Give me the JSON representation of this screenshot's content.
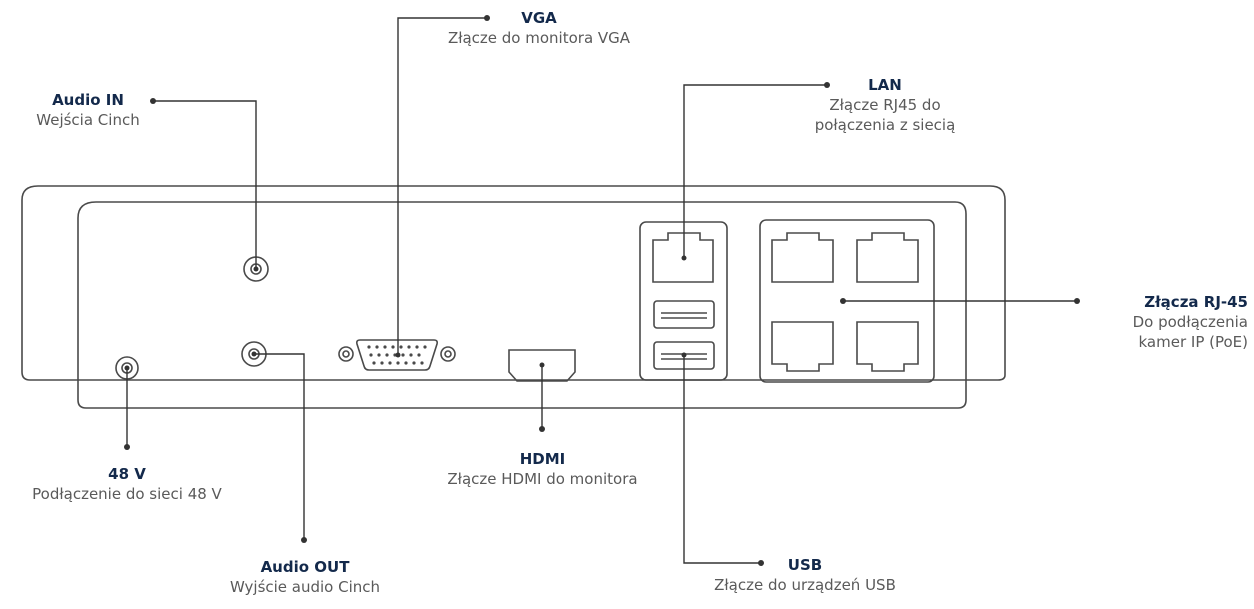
{
  "callouts": {
    "vga": {
      "title": "VGA",
      "desc": "Złącze do monitora VGA"
    },
    "audio_in": {
      "title": "Audio IN",
      "desc": "Wejścia Cinch"
    },
    "lan": {
      "title": "LAN",
      "desc_1": "Złącze RJ45 do",
      "desc_2": "połączenia z siecią"
    },
    "rj45": {
      "title": "Złącza RJ-45",
      "desc_1": "Do podłączenia",
      "desc_2": "kamer IP (PoE)"
    },
    "power": {
      "title": "48 V",
      "desc": "Podłączenie do sieci 48 V"
    },
    "hdmi": {
      "title": "HDMI",
      "desc": "Złącze HDMI do monitora"
    },
    "audio_out": {
      "title": "Audio OUT",
      "desc": "Wyjście audio Cinch"
    },
    "usb": {
      "title": "USB",
      "desc": "Złącze do urządzeń USB"
    }
  },
  "colors": {
    "outline": "#4a4a4a",
    "title": "#13294b",
    "desc": "#5a5a5a",
    "leader": "#333333"
  }
}
